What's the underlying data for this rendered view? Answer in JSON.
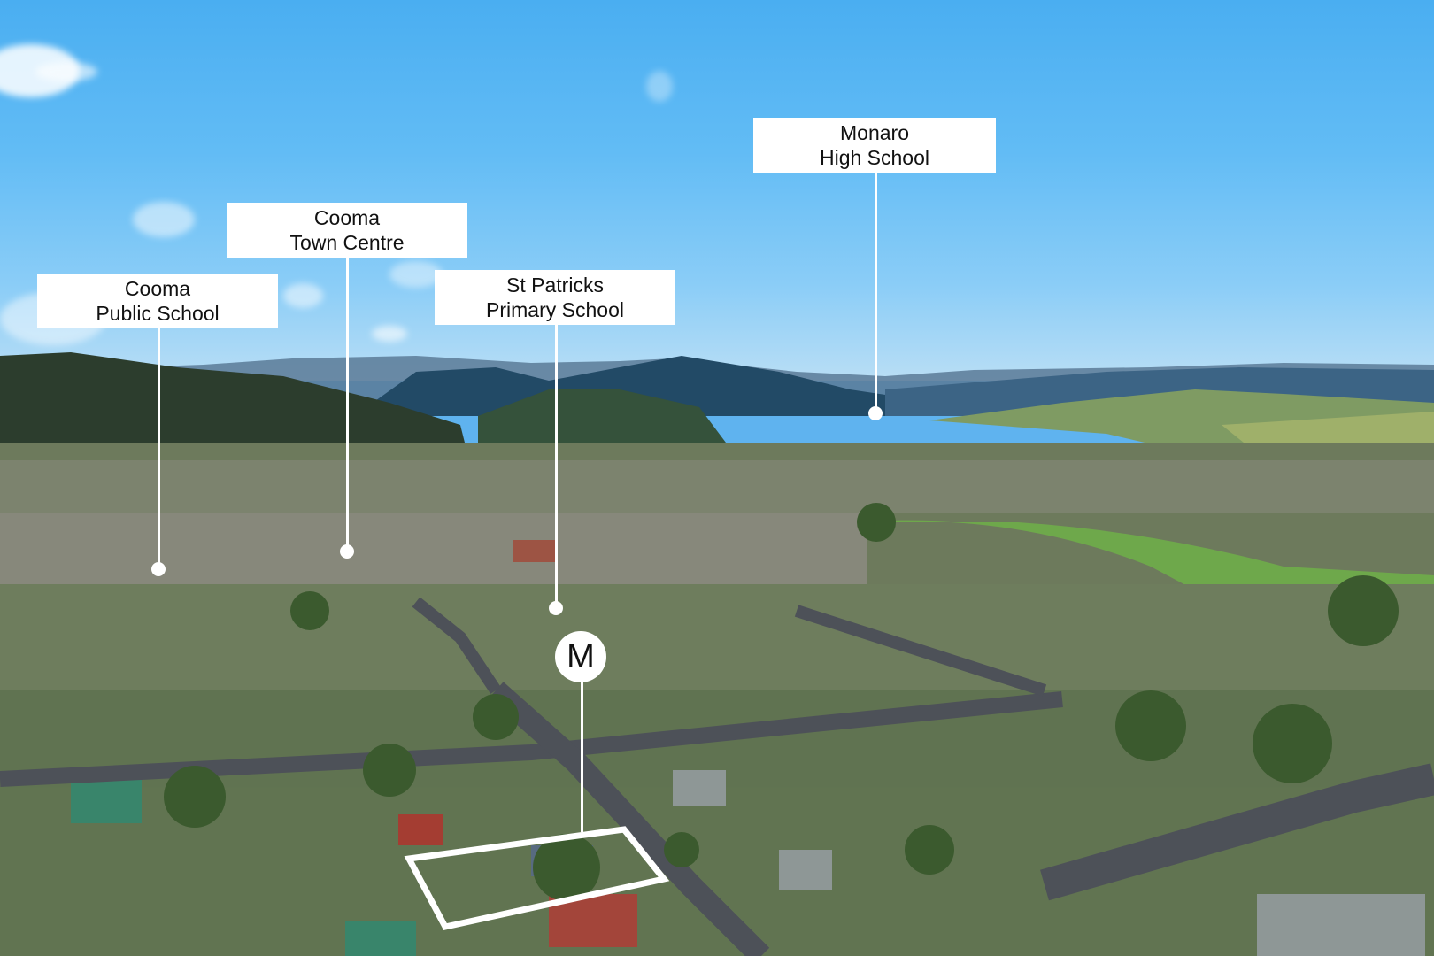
{
  "image": {
    "description": "Aerial photograph of Cooma township with mountains on the horizon and annotated points of interest",
    "sky_color": "#5ab8f3",
    "label_background": "#ffffff",
    "label_text_color": "#111111",
    "marker_color": "#ffffff"
  },
  "labels": [
    {
      "id": "monaro-high-school",
      "line1": "Monaro",
      "line2": "High School"
    },
    {
      "id": "cooma-town-centre",
      "line1": "Cooma",
      "line2": "Town Centre"
    },
    {
      "id": "cooma-public-school",
      "line1": "Cooma",
      "line2": "Public School"
    },
    {
      "id": "st-patricks-primary-school",
      "line1": "St Patricks",
      "line2": "Primary School"
    }
  ],
  "property_marker": {
    "letter": "M"
  }
}
